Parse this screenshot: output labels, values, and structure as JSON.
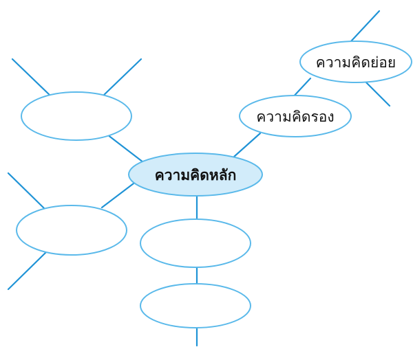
{
  "diagram": {
    "main_idea": "ความคิดหลัก",
    "secondary_idea": "ความคิดรอง",
    "sub_idea": "ความคิดย่อย"
  },
  "colors": {
    "line": "#1f93d6",
    "node_border": "#5ab9ea",
    "main_node_fill": "#d2ecfa"
  }
}
